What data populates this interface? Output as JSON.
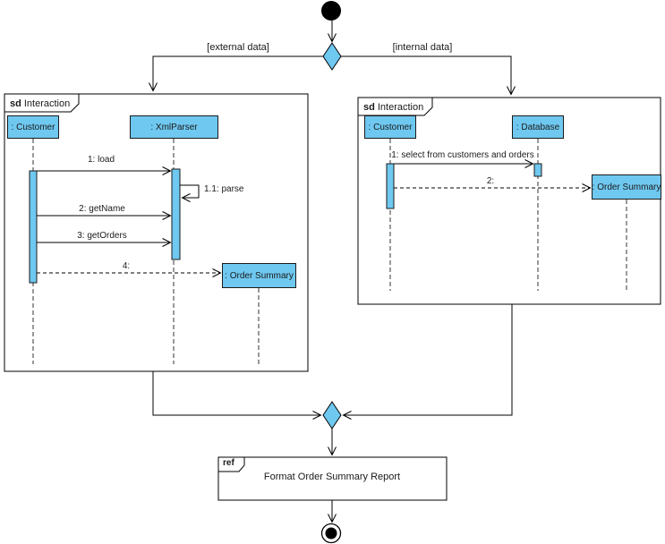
{
  "diagram": {
    "type": "uml-interaction-overview",
    "guards": {
      "left": "[external data]",
      "right": "[internal data]"
    },
    "frames": {
      "left": {
        "keyword": "sd",
        "title": "Interaction",
        "lifelines": {
          "customer": ": Customer",
          "xmlparser": ": XmlParser"
        },
        "messages": {
          "m1": "1: load",
          "m1_1": "1.1: parse",
          "m2": "2: getName",
          "m3": "3: getOrders",
          "m4": "4:"
        },
        "created": ": Order Summary"
      },
      "right": {
        "keyword": "sd",
        "title": "Interaction",
        "lifelines": {
          "customer": ": Customer",
          "database": ": Database"
        },
        "messages": {
          "m1": "1: select from customers and orders",
          "m2": "2:"
        },
        "created": ": Order Summary"
      },
      "ref": {
        "keyword": "ref",
        "label": "Format Order Summary Report"
      }
    },
    "colors": {
      "shape_fill": "#6fc8f0",
      "shape_border": "#1a1a1a",
      "line": "#000000",
      "background": "#ffffff"
    }
  }
}
